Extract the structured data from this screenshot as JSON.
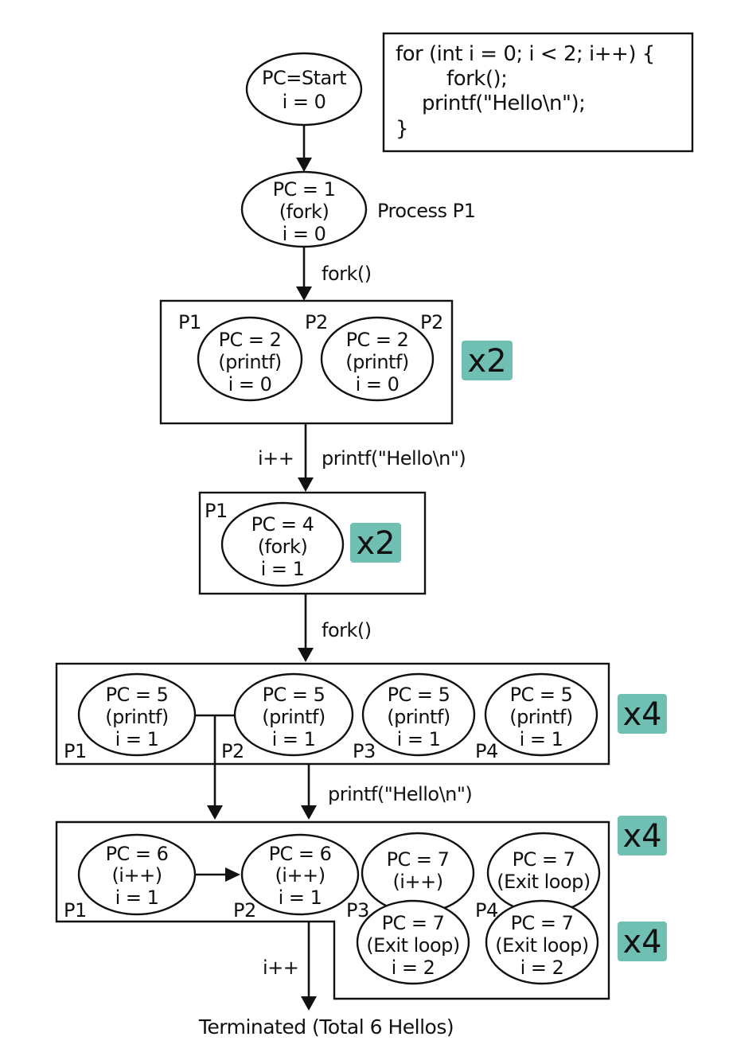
{
  "code_box": {
    "lines": [
      "for (int i = 0; i < 2; i++) {",
      "    fork();",
      "    printf(\"Hello\\n\");",
      "}"
    ]
  },
  "nodes": {
    "start": [
      "PC=Start",
      "i = 0"
    ],
    "pc1": [
      "PC = 1",
      "(fork)",
      "i = 0"
    ],
    "pc2_p1": [
      "PC = 2",
      "(printf)",
      "i = 0"
    ],
    "pc2_p2": [
      "PC = 2",
      "(printf)",
      "i = 0"
    ],
    "pc4": [
      "PC = 4",
      "(fork)",
      "i = 1"
    ],
    "pc5_p1": [
      "PC = 5",
      "(printf)",
      "i = 1"
    ],
    "pc5_p2": [
      "PC = 5",
      "(printf)",
      "i = 1"
    ],
    "pc5_p3": [
      "PC = 5",
      "(printf)",
      "i = 1"
    ],
    "pc5_p4": [
      "PC = 5",
      "(printf)",
      "i = 1"
    ],
    "pc6_p1": [
      "PC = 6",
      "(i++)",
      "i = 1"
    ],
    "pc6_p2": [
      "PC = 6",
      "(i++)",
      "i = 1"
    ],
    "pc7_p3_top": [
      "PC = 7",
      "(i++)"
    ],
    "pc7_p4_top": [
      "PC = 7",
      "(Exit loop)"
    ],
    "pc7_p3_bot": [
      "PC = 7",
      "(Exit loop)",
      "i = 2"
    ],
    "pc7_p4_bot": [
      "PC = 7",
      "(Exit loop)",
      "i = 2"
    ]
  },
  "process_labels": {
    "process_p1": "Process P1",
    "stage2": [
      "P1",
      "P2",
      "P2"
    ],
    "stage3": [
      "P1"
    ],
    "stage4": [
      "P1",
      "P2",
      "P3",
      "P4"
    ],
    "stage5": [
      "P1",
      "P2",
      "P3",
      "P4"
    ]
  },
  "edge_labels": {
    "fork1": "fork()",
    "iinc1": "i++",
    "printf1": "printf(\"Hello\\n\")",
    "fork2": "fork()",
    "printf2": "printf(\"Hello\\n\")",
    "iinc2": "i++"
  },
  "badges": {
    "stage2": "x2",
    "stage3": "x2",
    "stage4": "x4",
    "stage5_top": "x4",
    "stage5_bottom": "x4",
    "color": "#6fbfb3"
  },
  "footer": {
    "terminated": "Terminated (Total 6 Hellos)"
  }
}
